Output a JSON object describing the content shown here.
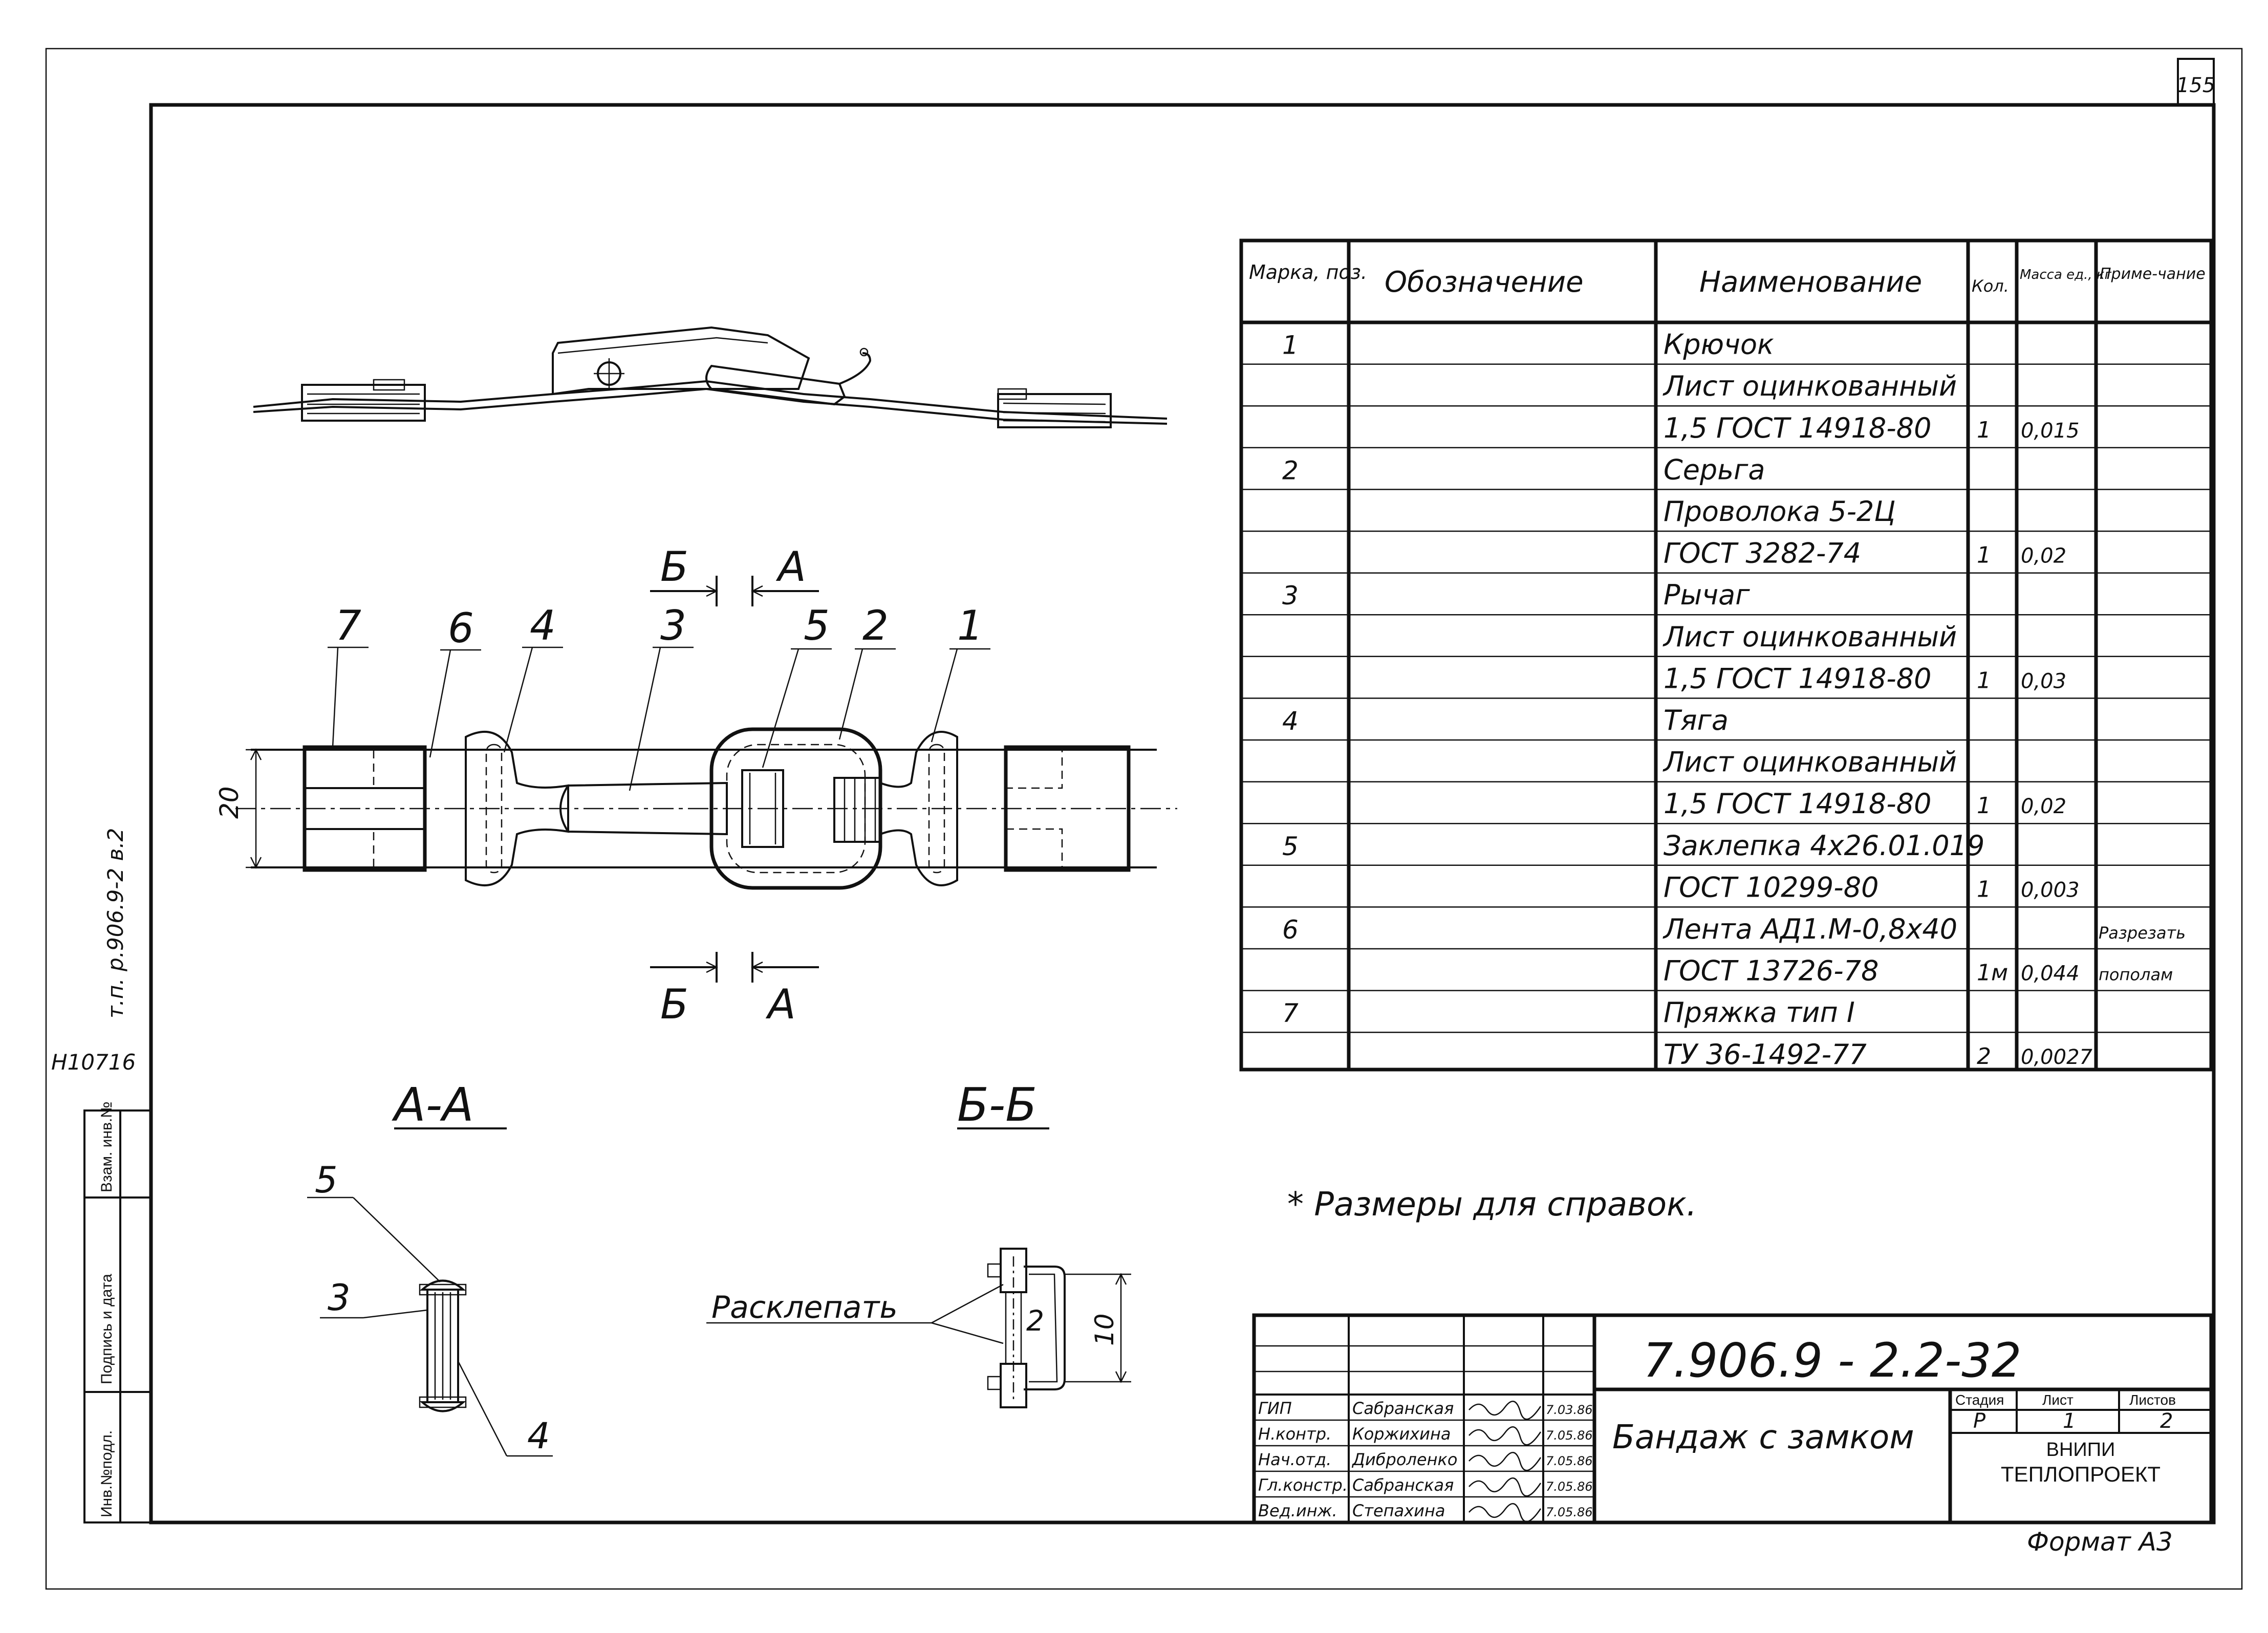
{
  "sheet": {
    "page_number": "155",
    "side_note": "т.п. р.906.9-2 в.2",
    "inv_code": "Н10716",
    "side_stamp": [
      "Инв.№подл.",
      "Подпись и дата",
      "Взам. инв.№"
    ]
  },
  "views": {
    "section_markers": [
      "Б",
      "А",
      "Б",
      "А"
    ],
    "position_labels": [
      "7",
      "6",
      "4",
      "3",
      "5",
      "2",
      "1"
    ],
    "dimension_main": "20",
    "section_aa_title": "А-А",
    "section_bb_title": "Б-Б",
    "aa_labels": [
      "5",
      "3",
      "4"
    ],
    "bb_label_rivet": "Расклепать",
    "bb_label_part": "2",
    "bb_dimension": "10"
  },
  "spec_table": {
    "headers": [
      "Марка, поз.",
      "Обозначение",
      "Наименование",
      "Кол.",
      "Масса ед., кг",
      "Приме-чание"
    ],
    "rows": [
      {
        "pos": "1",
        "name": "Крючок",
        "qty": "",
        "mass": "",
        "note": ""
      },
      {
        "pos": "",
        "name": "Лист оцинкованный",
        "qty": "",
        "mass": "",
        "note": ""
      },
      {
        "pos": "",
        "name": "1,5 ГОСТ 14918-80",
        "qty": "1",
        "mass": "0,015",
        "note": ""
      },
      {
        "pos": "2",
        "name": "Серьга",
        "qty": "",
        "mass": "",
        "note": ""
      },
      {
        "pos": "",
        "name": "Проволока 5-2Ц",
        "qty": "",
        "mass": "",
        "note": ""
      },
      {
        "pos": "",
        "name": "ГОСТ 3282-74",
        "qty": "1",
        "mass": "0,02",
        "note": ""
      },
      {
        "pos": "3",
        "name": "Рычаг",
        "qty": "",
        "mass": "",
        "note": ""
      },
      {
        "pos": "",
        "name": "Лист оцинкованный",
        "qty": "",
        "mass": "",
        "note": ""
      },
      {
        "pos": "",
        "name": "1,5 ГОСТ 14918-80",
        "qty": "1",
        "mass": "0,03",
        "note": ""
      },
      {
        "pos": "4",
        "name": "Тяга",
        "qty": "",
        "mass": "",
        "note": ""
      },
      {
        "pos": "",
        "name": "Лист оцинкованный",
        "qty": "",
        "mass": "",
        "note": ""
      },
      {
        "pos": "",
        "name": "1,5 ГОСТ 14918-80",
        "qty": "1",
        "mass": "0,02",
        "note": ""
      },
      {
        "pos": "5",
        "name": "Заклепка 4х26.01.019",
        "qty": "",
        "mass": "",
        "note": ""
      },
      {
        "pos": "",
        "name": "ГОСТ 10299-80",
        "qty": "1",
        "mass": "0,003",
        "note": ""
      },
      {
        "pos": "6",
        "name": "Лента АД1.М-0,8х40",
        "qty": "",
        "mass": "",
        "note": "Разрезать"
      },
      {
        "pos": "",
        "name": "ГОСТ 13726-78",
        "qty": "1м",
        "mass": "0,044",
        "note": "пополам"
      },
      {
        "pos": "7",
        "name": "Пряжка тип I",
        "qty": "",
        "mass": "",
        "note": ""
      },
      {
        "pos": "",
        "name": "ТУ 36-1492-77",
        "qty": "2",
        "mass": "0,0027",
        "note": ""
      }
    ]
  },
  "note": "* Размеры для справок.",
  "title_block": {
    "doc_code": "7.906.9 - 2.2-32",
    "title": "Бандаж с замком",
    "stage_header": "Стадия",
    "sheet_header": "Лист",
    "sheets_header": "Листов",
    "stage": "Р",
    "sheet": "1",
    "sheets": "2",
    "org_line1": "ВНИПИ",
    "org_line2": "ТЕПЛОПРОЕКТ",
    "signatures": [
      {
        "role": "ГИП",
        "name": "Сабранская",
        "date": "7.03.86"
      },
      {
        "role": "Н.контр.",
        "name": "Коржихина",
        "date": "7.05.86"
      },
      {
        "role": "Нач.отд.",
        "name": "Диброленко",
        "date": "7.05.86"
      },
      {
        "role": "Гл.констр.",
        "name": "Сабранская",
        "date": "7.05.86"
      },
      {
        "role": "Вед.инж.",
        "name": "Степахина",
        "date": "7.05.86"
      }
    ]
  },
  "format": "Формат А3"
}
